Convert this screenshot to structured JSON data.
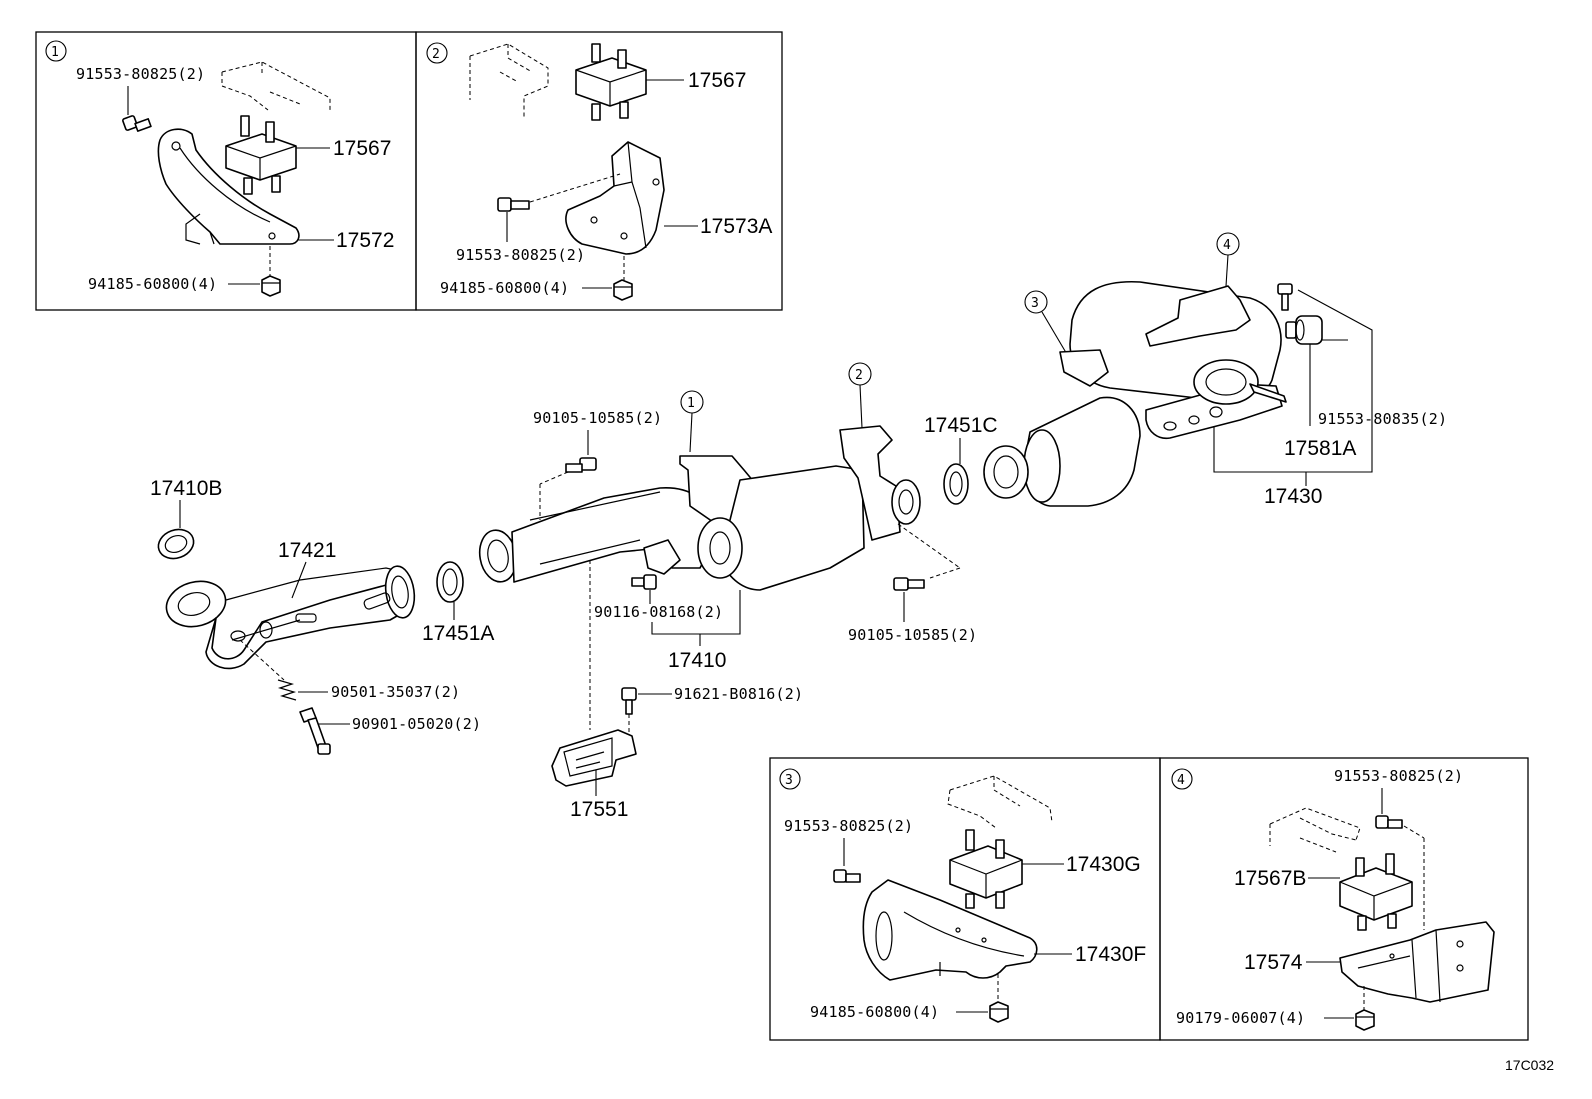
{
  "diagram_code": "17C032",
  "callouts": {
    "c1": "1",
    "c2": "2",
    "c3": "3",
    "c4": "4"
  },
  "inset1": {
    "callout": "1",
    "bolt": "91553-80825(2)",
    "insulator": "17567",
    "bracket": "17572",
    "nut": "94185-60800(4)"
  },
  "inset2": {
    "callout": "2",
    "insulator": "17567",
    "bolt": "91553-80825(2)",
    "bracket": "17573A",
    "nut": "94185-60800(4)"
  },
  "inset3": {
    "callout": "3",
    "bolt": "91553-80825(2)",
    "insulator": "17430G",
    "bracket": "17430F",
    "nut": "94185-60800(4)"
  },
  "inset4": {
    "callout": "4",
    "bolt": "91553-80825(2)",
    "insulator": "17567B",
    "bracket": "17574",
    "nut": "90179-06007(4)"
  },
  "main": {
    "gasket_front": "17410B",
    "front_pipe": "17421",
    "gasket_a": "17451A",
    "spring": "90501-35037(2)",
    "front_bolt": "90901-05020(2)",
    "bolt_top": "90105-10585(2)",
    "bolt_mid": "90116-08168(2)",
    "center_pipe": "17410",
    "bolt_right": "90105-10585(2)",
    "hanger_bolt": "91621-B0816(2)",
    "hanger": "17551",
    "gasket_c": "17451C",
    "tail_bolt": "91553-80835(2)",
    "tail_insulator": "17581A",
    "tail_pipe": "17430"
  }
}
